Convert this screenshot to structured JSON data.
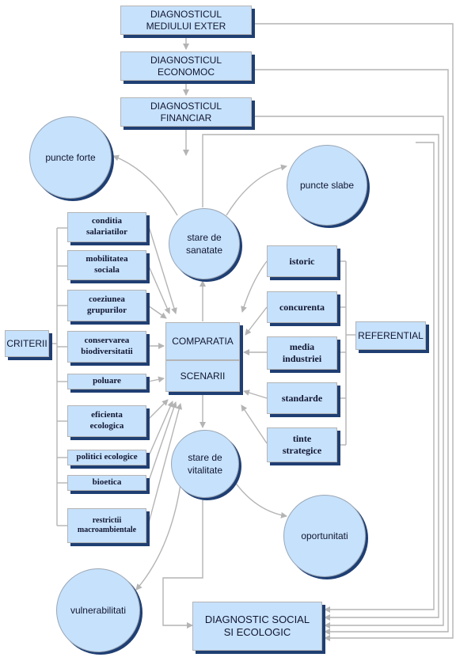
{
  "colors": {
    "fill": "#c6e1fb",
    "shadow": "#1f3f73",
    "line": "#b4b4b4"
  },
  "diagnostics": {
    "mediu": "DIAGNOSTICUL\nMEDIULUI EXTER",
    "economic": "DIAGNOSTICUL\nECONOMOC",
    "financiar": "DIAGNOSTICUL\nFINANCIAR",
    "social": "DIAGNOSTIC SOCIAL\nSI ECOLOGIC"
  },
  "circles": {
    "puncte_forte": "puncte forte",
    "puncte_slabe": "puncte slabe",
    "stare_sanatate": "stare de\nsanatate",
    "stare_vitalitate": "stare de\nvitalitate",
    "oportunitati": "oportunitati",
    "vulnerabilitati": "vulnerabilitati"
  },
  "criterii": {
    "label": "CRITERII",
    "items": [
      "conditia\nsalariatilor",
      "mobilitatea\nsociala",
      "coeziunea\ngrupurilor",
      "conservarea\nbiodiversitatii",
      "poluare",
      "eficienta\necologica",
      "politici ecologice",
      "bioetica",
      "restrictii\nmacroambientale"
    ]
  },
  "comparatia": "COMPARATIA",
  "scenarii": "SCENARII",
  "referential": {
    "label": "REFERENTIAL",
    "items": [
      "istoric",
      "concurenta",
      "media\nindustriei",
      "standarde",
      "tinte\nstrategice"
    ]
  }
}
